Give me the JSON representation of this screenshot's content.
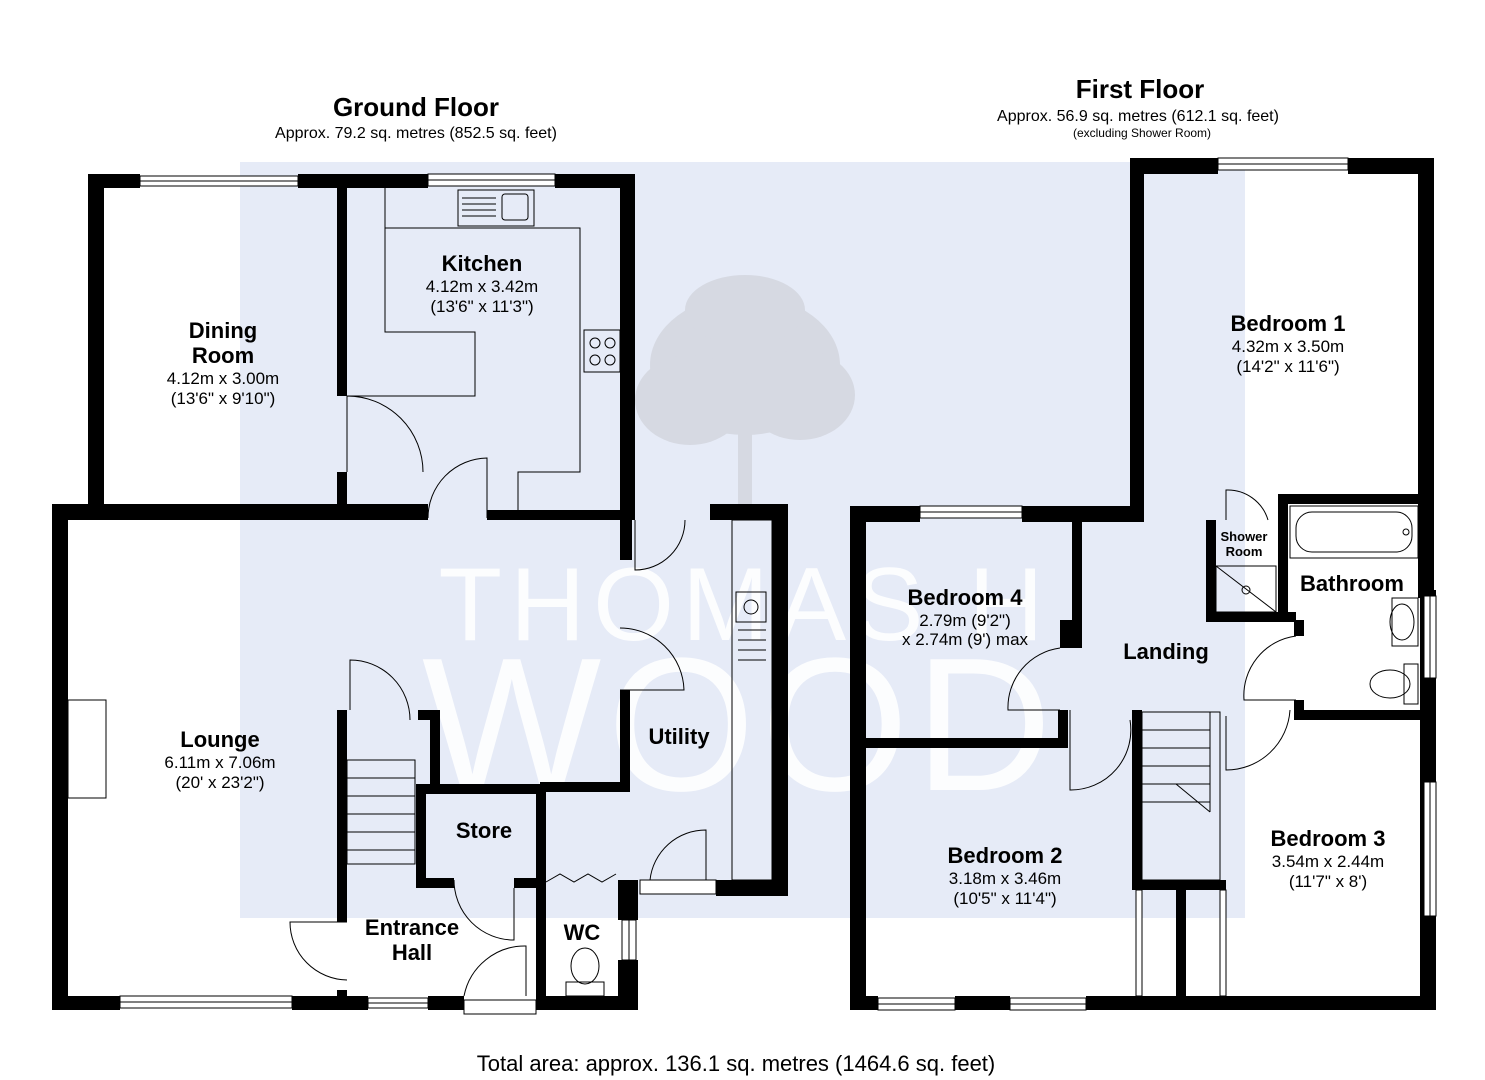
{
  "ground_floor": {
    "title": "Ground Floor",
    "area": "Approx. 79.2 sq. metres (852.5 sq. feet)"
  },
  "first_floor": {
    "title": "First Floor",
    "area": "Approx. 56.9 sq. metres (612.1 sq. feet)",
    "note": "(excluding Shower Room)"
  },
  "rooms": {
    "dining": {
      "name_line1": "Dining",
      "name_line2": "Room",
      "metric": "4.12m x 3.00m",
      "imperial": "(13'6\" x 9'10\")"
    },
    "kitchen": {
      "name": "Kitchen",
      "metric": "4.12m x 3.42m",
      "imperial": "(13'6\" x 11'3\")"
    },
    "lounge": {
      "name": "Lounge",
      "metric": "6.11m x 7.06m",
      "imperial": "(20' x 23'2\")"
    },
    "utility": {
      "name": "Utility"
    },
    "store": {
      "name": "Store"
    },
    "entrance": {
      "name_line1": "Entrance",
      "name_line2": "Hall"
    },
    "wc": {
      "name": "WC"
    },
    "bedroom1": {
      "name": "Bedroom 1",
      "metric": "4.32m x 3.50m",
      "imperial": "(14'2\" x 11'6\")"
    },
    "bedroom2": {
      "name": "Bedroom 2",
      "metric": "3.18m x 3.46m",
      "imperial": "(10'5\" x 11'4\")"
    },
    "bedroom3": {
      "name": "Bedroom 3",
      "metric": "3.54m x 2.44m",
      "imperial": "(11'7\" x 8')"
    },
    "bedroom4": {
      "name": "Bedroom 4",
      "line1": "2.79m (9'2\")",
      "line2": "x 2.74m (9') max"
    },
    "shower": {
      "name_line1": "Shower",
      "name_line2": "Room"
    },
    "bathroom": {
      "name": "Bathroom"
    },
    "landing": {
      "name": "Landing"
    }
  },
  "watermark": {
    "line1": "THOMAS H",
    "line2": "WOOD"
  },
  "total_area": "Total area: approx. 136.1 sq. metres (1464.6 sq. feet)",
  "colors": {
    "wall": "#000000",
    "watermark_bg": "#e6ebf7",
    "text": "#000000"
  }
}
